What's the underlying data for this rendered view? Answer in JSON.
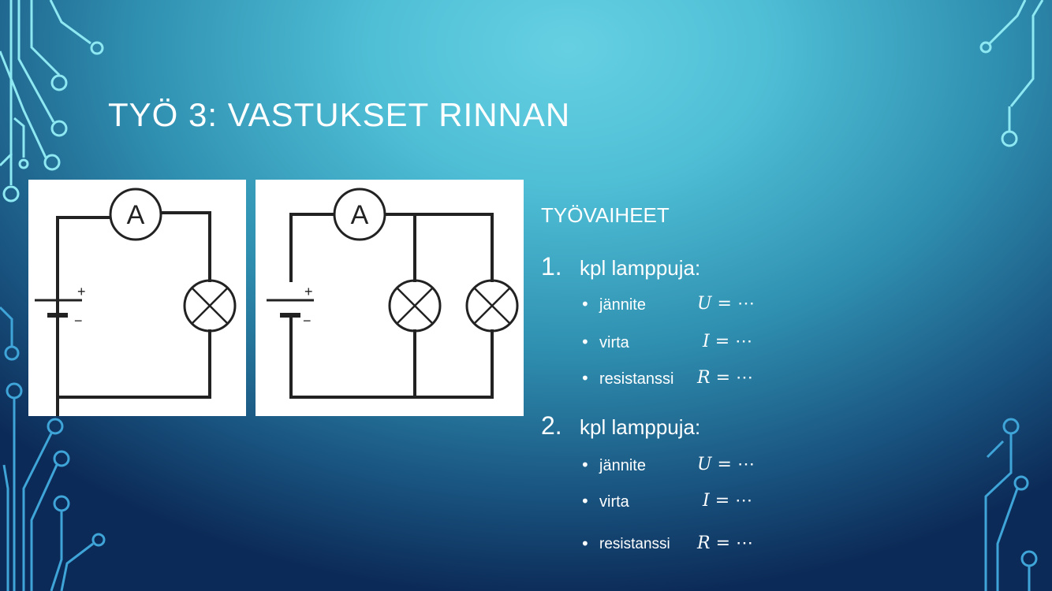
{
  "slide": {
    "title": "TYÖ 3: VASTUKSET RINNAN",
    "subtitle": "TYÖVAIHEET",
    "circuit_labels": {
      "ammeter": "A",
      "plus": "+",
      "minus": "−"
    },
    "sections": [
      {
        "number": "1.",
        "label": "kpl lamppuja:",
        "items": [
          {
            "name": "jännite",
            "symbol": "U",
            "eq": "= ⋯"
          },
          {
            "name": "virta",
            "symbol": "I",
            "eq": "= ⋯"
          },
          {
            "name": "resistanssi",
            "symbol": "R",
            "eq": "= ⋯"
          }
        ]
      },
      {
        "number": "2.",
        "label": "kpl lamppuja:",
        "items": [
          {
            "name": "jännite",
            "symbol": "U",
            "eq": "= ⋯"
          },
          {
            "name": "virta",
            "symbol": "I",
            "eq": "= ⋯"
          },
          {
            "name": "resistanssi",
            "symbol": "R",
            "eq": "= ⋯"
          }
        ]
      }
    ]
  }
}
